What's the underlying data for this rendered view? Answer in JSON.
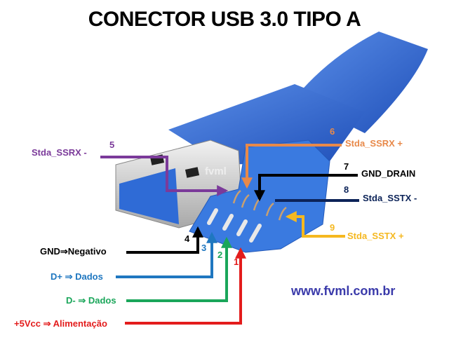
{
  "title": "CONECTOR USB 3.0 TIPO A",
  "watermark": "fvml",
  "website": "www.fvml.com.br",
  "pins": [
    {
      "number": "1",
      "label": "+5Vcc ⇒ Alimentação",
      "color": "#e31c1c"
    },
    {
      "number": "2",
      "label": "D- ⇒ Dados",
      "color": "#1aa65a"
    },
    {
      "number": "3",
      "label": "D+ ⇒ Dados",
      "color": "#1f77c0"
    },
    {
      "number": "4",
      "label": "GND⇒Negativo",
      "color": "#000000"
    },
    {
      "number": "5",
      "label": "Stda_SSRX -",
      "color": "#7b3a9a"
    },
    {
      "number": "6",
      "label": "Stda_SSRX +",
      "color": "#e8894a"
    },
    {
      "number": "7",
      "label": "GND_DRAIN",
      "color": "#000000"
    },
    {
      "number": "8",
      "label": "Stda_SSTX -",
      "color": "#0c2358"
    },
    {
      "number": "9",
      "label": "Stda_SSTX +",
      "color": "#f5b820"
    }
  ]
}
